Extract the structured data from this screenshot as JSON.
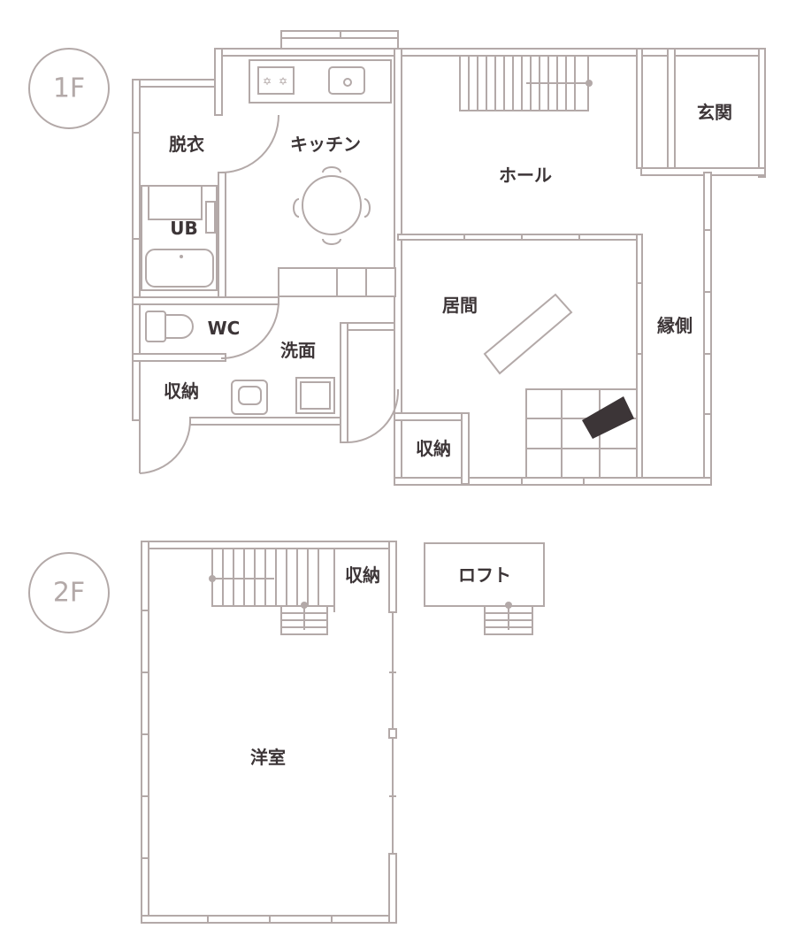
{
  "floors": {
    "first": "1F",
    "second": "2F"
  },
  "rooms_1f": {
    "datsui": "脱衣",
    "kitchen": "キッチン",
    "ub": "UB",
    "wc": "WC",
    "senmen": "洗面",
    "storage_left": "収納",
    "hall": "ホール",
    "genkan": "玄関",
    "ima": "居間",
    "engawa": "縁側",
    "storage_center": "収納"
  },
  "rooms_2f": {
    "storage": "収納",
    "loft": "ロフト",
    "yoshitsu": "洋室"
  },
  "colors": {
    "line": "#b3a9a8",
    "text": "#3c3537",
    "hearth": "#3c3537"
  }
}
